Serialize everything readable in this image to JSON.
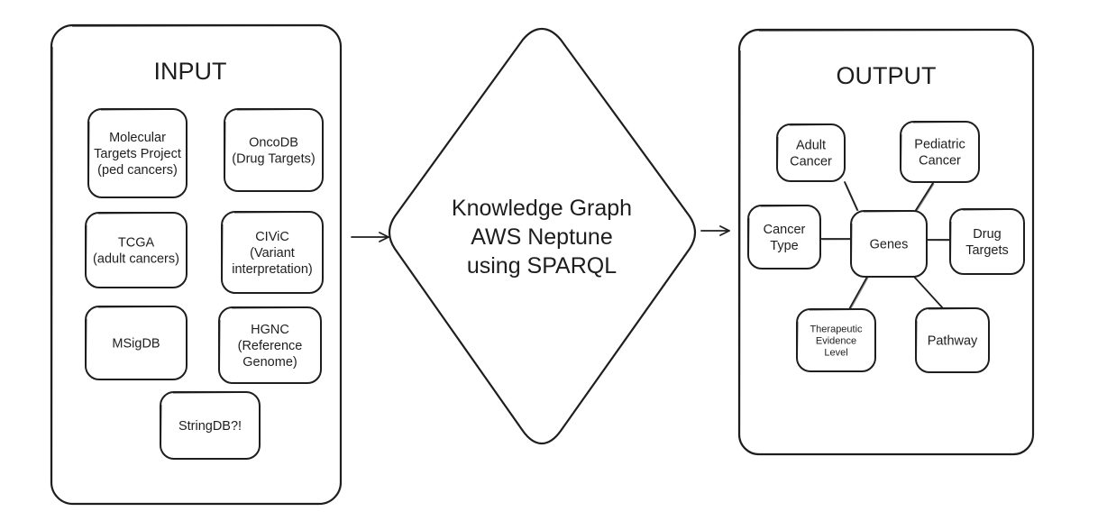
{
  "input": {
    "title": "INPUT",
    "sources": [
      {
        "id": "mtp",
        "lines": [
          "Molecular",
          "Targets Project",
          "(ped cancers)"
        ]
      },
      {
        "id": "oncodb",
        "lines": [
          "OncoDB",
          "(Drug Targets)"
        ]
      },
      {
        "id": "tcga",
        "lines": [
          "TCGA",
          "(adult cancers)"
        ]
      },
      {
        "id": "civic",
        "lines": [
          "CIViC",
          "(Variant",
          "interpretation)"
        ]
      },
      {
        "id": "msigdb",
        "lines": [
          "MSigDB"
        ]
      },
      {
        "id": "hgnc",
        "lines": [
          "HGNC",
          "(Reference",
          "Genome)"
        ]
      },
      {
        "id": "stringdb",
        "lines": [
          "StringDB?!"
        ]
      }
    ]
  },
  "center": {
    "lines": [
      "Knowledge Graph",
      "AWS Neptune",
      "using SPARQL"
    ]
  },
  "output": {
    "title": "OUTPUT",
    "nodes": [
      {
        "id": "adult-cancer",
        "lines": [
          "Adult",
          "Cancer"
        ]
      },
      {
        "id": "pediatric-cancer",
        "lines": [
          "Pediatric",
          "Cancer"
        ]
      },
      {
        "id": "cancer-type",
        "lines": [
          "Cancer",
          "Type"
        ]
      },
      {
        "id": "genes",
        "lines": [
          "Genes"
        ]
      },
      {
        "id": "drug-targets",
        "lines": [
          "Drug",
          "Targets"
        ]
      },
      {
        "id": "therapeutic-evidence-level",
        "lines": [
          "Therapeutic",
          "Evidence",
          "Level"
        ],
        "small": true
      },
      {
        "id": "pathway",
        "lines": [
          "Pathway"
        ]
      }
    ],
    "edges": [
      [
        "genes",
        "adult-cancer"
      ],
      [
        "genes",
        "pediatric-cancer"
      ],
      [
        "genes",
        "cancer-type"
      ],
      [
        "genes",
        "drug-targets"
      ],
      [
        "genes",
        "therapeutic-evidence-level"
      ],
      [
        "genes",
        "pathway"
      ]
    ]
  }
}
